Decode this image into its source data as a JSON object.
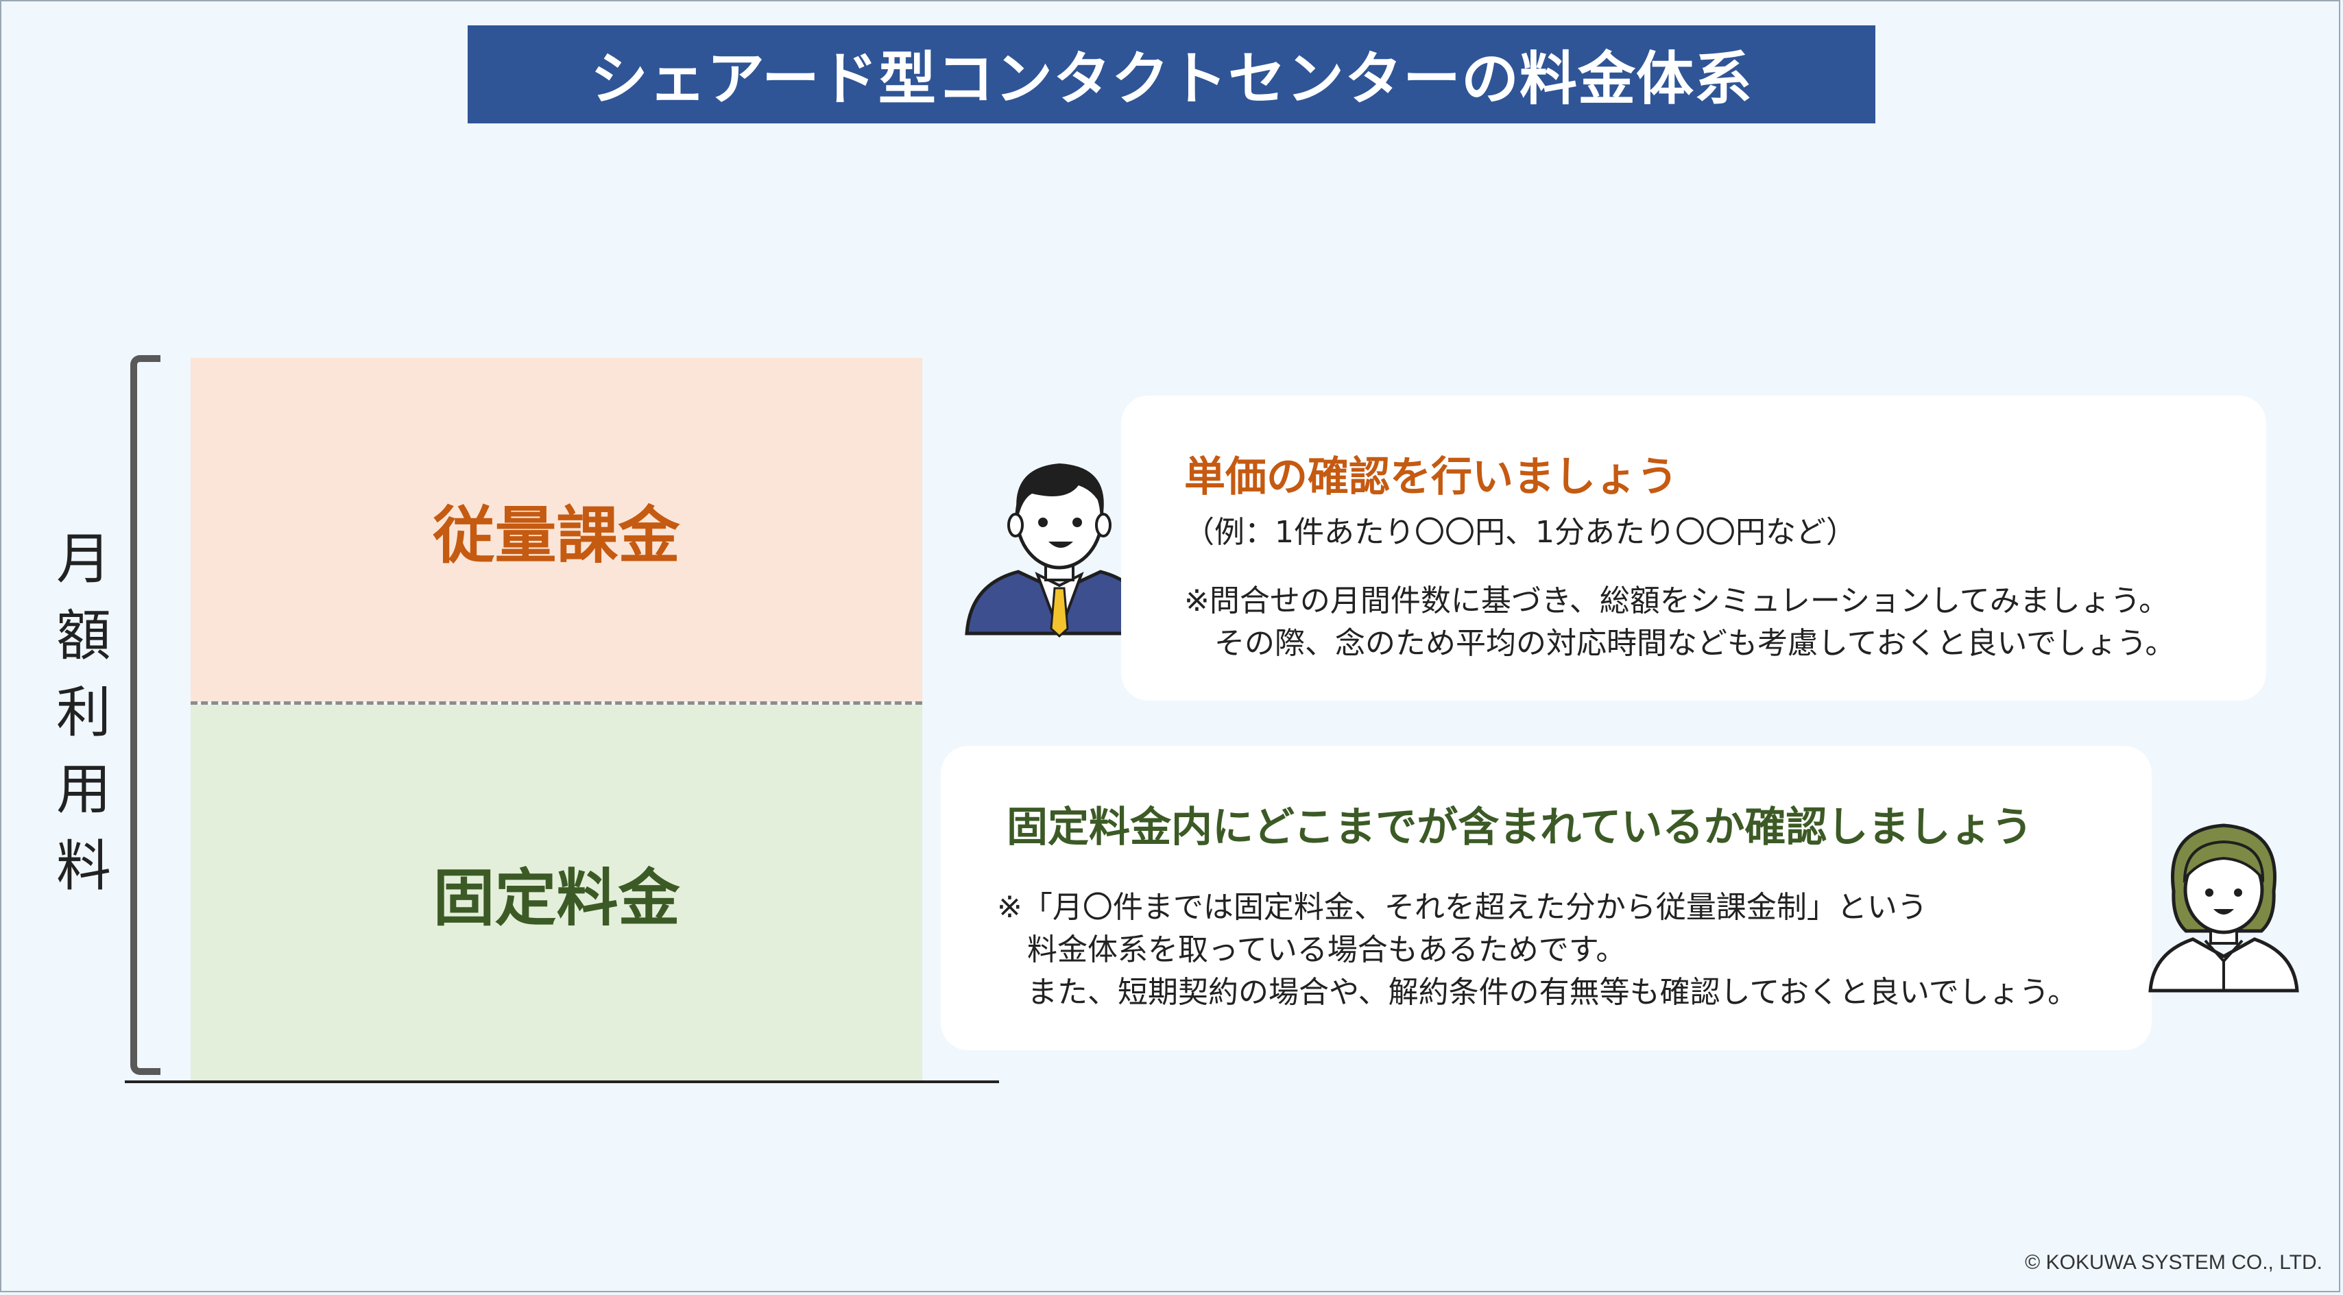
{
  "title": "シェアード型コンタクトセンターの料金体系",
  "axis_label": [
    "月",
    "額",
    "利",
    "用",
    "料"
  ],
  "blocks": {
    "variable": "従量課金",
    "fixed": "固定料金"
  },
  "card_unit_price": {
    "heading": "単価の確認を行いましょう",
    "subheading": "（例：1件あたり〇〇円、1分あたり〇〇円など）",
    "note_line1": "※問合せの月間件数に基づき、総額をシミュレーションしてみましょう。",
    "note_line2": "その際、念のため平均の対応時間なども考慮しておくと良いでしょう。"
  },
  "card_fixed_scope": {
    "heading": "固定料金内にどこまでが含まれているか確認しましょう",
    "note_line1": "※「月〇件までは固定料金、それを超えた分から従量課金制」という",
    "note_line2": "料金体系を取っている場合もあるためです。",
    "note_line3": "また、短期契約の場合や、解約条件の有無等も確認しておくと良いでしょう。"
  },
  "copyright": "© KOKUWA SYSTEM CO., LTD.",
  "colors": {
    "title_bg": "#2f5597",
    "variable_bg": "#fbe5d8",
    "variable_text": "#c55a11",
    "fixed_bg": "#e3efda",
    "fixed_text": "#3c5a25"
  },
  "icons": {
    "man": "businessman-avatar-icon",
    "woman": "woman-avatar-icon"
  }
}
